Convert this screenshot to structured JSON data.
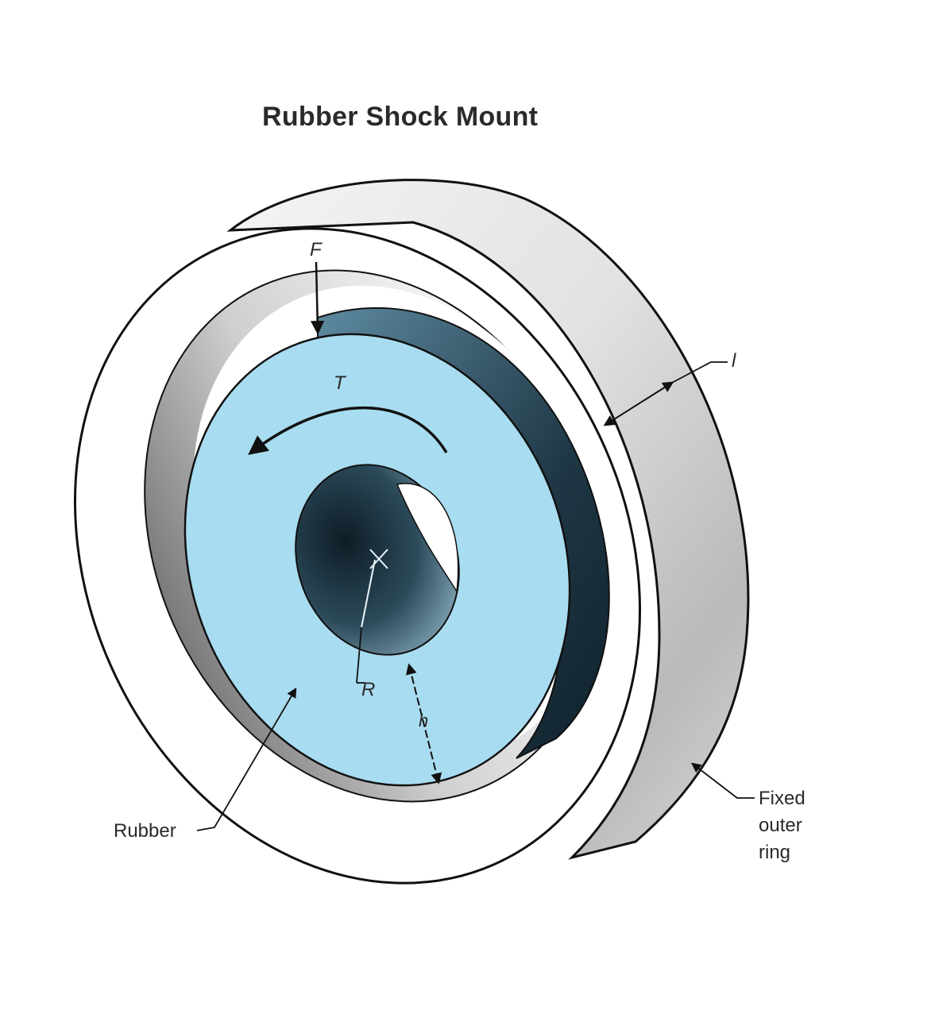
{
  "title": "Rubber Shock Mount",
  "labels": {
    "force": "F",
    "torque": "T",
    "length": "l",
    "radius": "R",
    "thickness": "h",
    "rubber": "Rubber",
    "outer_ring_line1": "Fixed",
    "outer_ring_line2": "outer",
    "outer_ring_line3": "ring"
  },
  "colors": {
    "rubber": "#a8dcf0",
    "rubber_edge": "#6fa8c2",
    "hole_dark": "#1e3440",
    "ring_face": "#ffffff",
    "ring_side": "#c9c9c9",
    "outline": "#111111"
  }
}
